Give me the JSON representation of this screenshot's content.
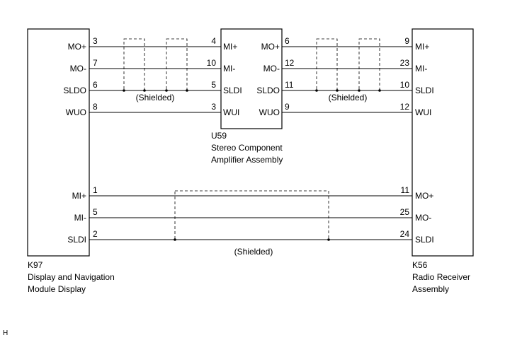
{
  "components": {
    "k97": {
      "code": "K97",
      "name_line1": "Display and Navigation",
      "name_line2": "Module Display",
      "pins_top": [
        "MO+",
        "MO-",
        "SLDO",
        "WUO"
      ],
      "pins_bottom": [
        "MI+",
        "MI-",
        "SLDI"
      ]
    },
    "u59": {
      "code": "U59",
      "name_line1": "Stereo Component",
      "name_line2": "Amplifier Assembly",
      "pins_left": [
        "MI+",
        "MI-",
        "SLDI",
        "WUI"
      ],
      "pins_right": [
        "MO+",
        "MO-",
        "SLDO",
        "WUO"
      ]
    },
    "k56": {
      "code": "K56",
      "name_line1": "Radio Receiver",
      "name_line2": "Assembly",
      "pins_top": [
        "MI+",
        "MI-",
        "SLDI",
        "WUI"
      ],
      "pins_bottom": [
        "MO+",
        "MO-",
        "SLDI"
      ]
    }
  },
  "wires": {
    "k97_u59": [
      {
        "from_pin": "3",
        "to_pin": "4"
      },
      {
        "from_pin": "7",
        "to_pin": "10"
      },
      {
        "from_pin": "6",
        "to_pin": "5"
      },
      {
        "from_pin": "8",
        "to_pin": "3"
      }
    ],
    "u59_k56": [
      {
        "from_pin": "6",
        "to_pin": "9"
      },
      {
        "from_pin": "12",
        "to_pin": "23"
      },
      {
        "from_pin": "11",
        "to_pin": "10"
      },
      {
        "from_pin": "9",
        "to_pin": "12"
      }
    ],
    "k97_k56": [
      {
        "from_pin": "1",
        "to_pin": "11"
      },
      {
        "from_pin": "5",
        "to_pin": "25"
      },
      {
        "from_pin": "2",
        "to_pin": "24"
      }
    ]
  },
  "shield_label": "(Shielded)",
  "corner_mark": "H"
}
